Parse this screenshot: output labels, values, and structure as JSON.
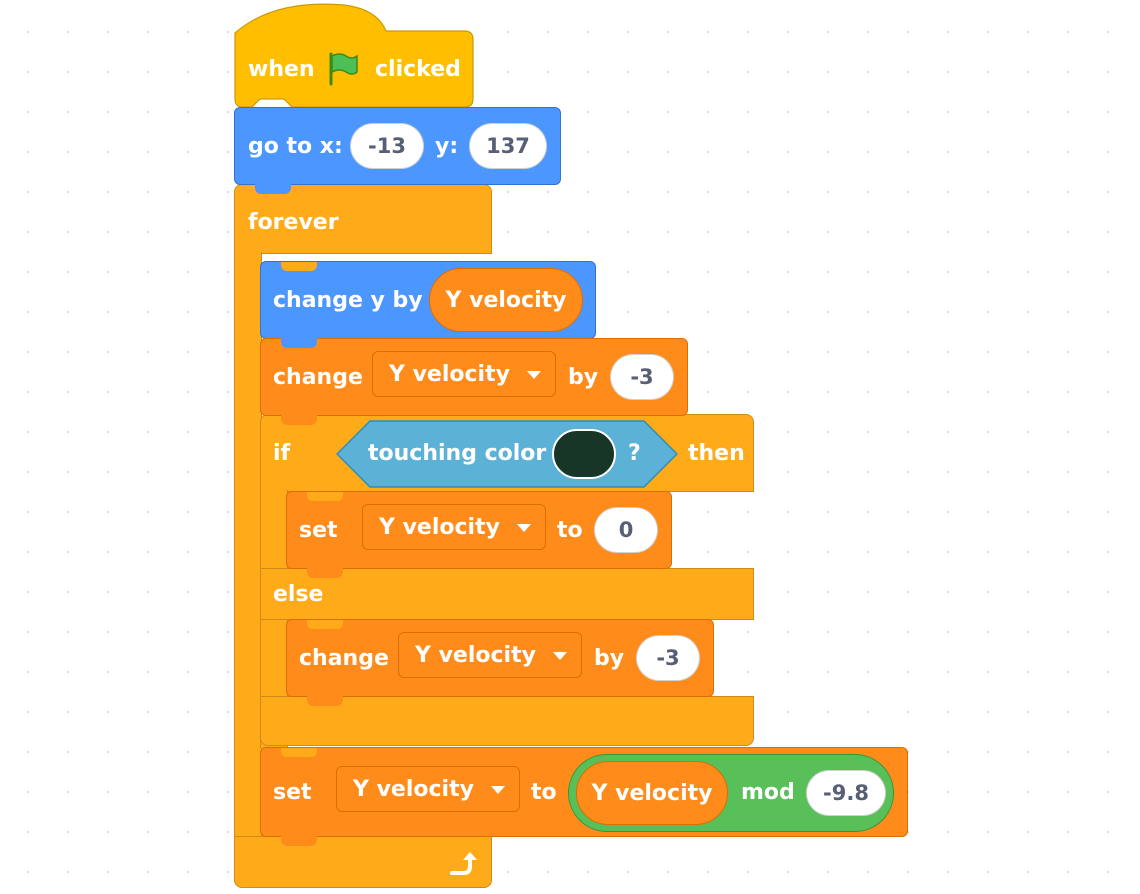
{
  "colors": {
    "events": "#FFBF00",
    "control": "#FFAB19",
    "motion": "#4C97FF",
    "variables": "#FF8C1A",
    "sensing": "#5CB1D6",
    "operators": "#59C059",
    "input_text": "#575E75",
    "touch_color_swatch": "#173628"
  },
  "script": {
    "hat": {
      "when": "when",
      "flag_icon": "green-flag-icon",
      "clicked": "clicked"
    },
    "goto": {
      "label_x": "go to x:",
      "x": "-13",
      "label_y": "y:",
      "y": "137"
    },
    "forever": {
      "label": "forever",
      "loop_icon": "loop-arrow-icon"
    },
    "change_y": {
      "label": "change y by",
      "reporter": "Y velocity"
    },
    "change_var_1": {
      "label": "change",
      "variable": "Y velocity",
      "by": "by",
      "value": "-3"
    },
    "if_else": {
      "if": "if",
      "condition": {
        "label": "touching color",
        "question": "?"
      },
      "then": "then",
      "else": "else"
    },
    "set_var_1": {
      "label": "set",
      "variable": "Y velocity",
      "to": "to",
      "value": "0"
    },
    "change_var_2": {
      "label": "change",
      "variable": "Y velocity",
      "by": "by",
      "value": "-3"
    },
    "set_var_2": {
      "label": "set",
      "variable": "Y velocity",
      "to": "to",
      "mod": {
        "reporter": "Y velocity",
        "label": "mod",
        "value": "-9.8"
      }
    }
  }
}
